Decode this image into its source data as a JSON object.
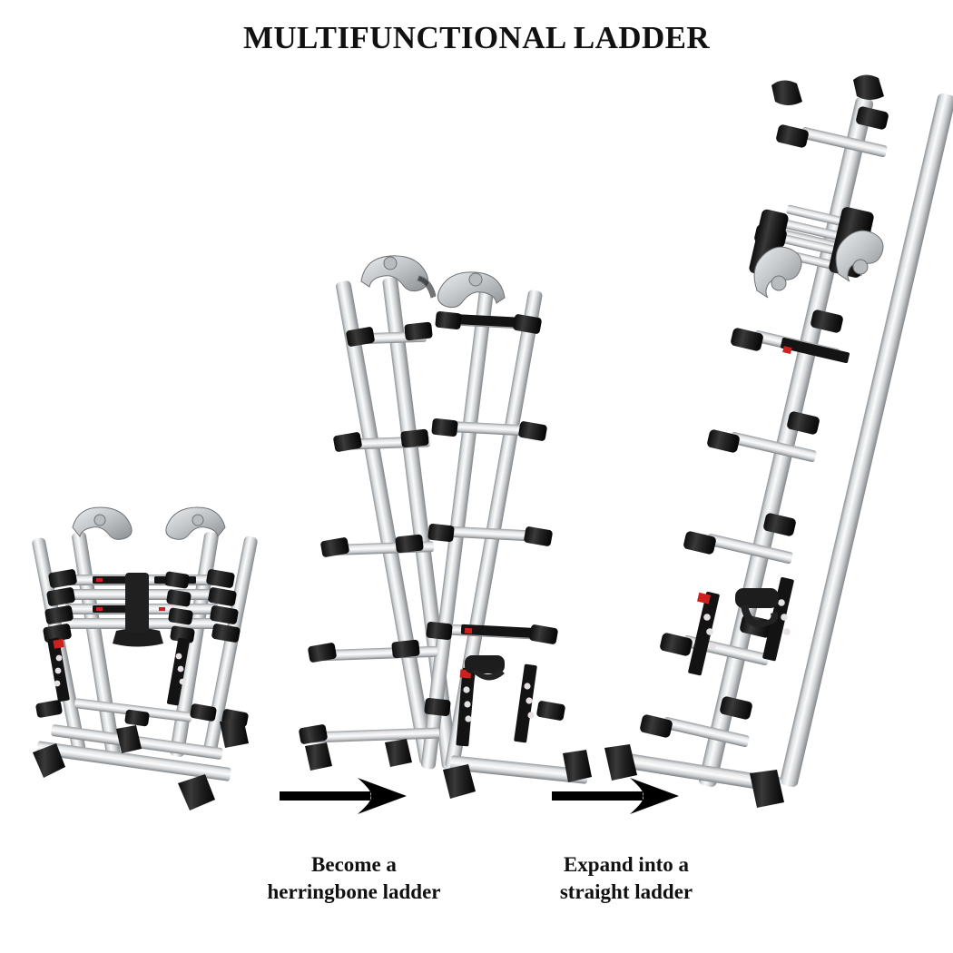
{
  "page": {
    "title": "MULTIFUNCTIONAL LADDER",
    "background": "#ffffff"
  },
  "colors": {
    "text": "#111111",
    "arrow": "#000000",
    "aluminium_light": "#f2f3f4",
    "aluminium_mid": "#c6c9cc",
    "aluminium_dark": "#8d9194",
    "aluminium_shadow": "#6d7174",
    "rubber_black": "#1a1a1a",
    "rubber_black_soft": "#2b2b2b",
    "label_black": "#141414",
    "label_red": "#d42222",
    "label_white": "#f0eef0",
    "label_pink": "#d9c2cf"
  },
  "steps": [
    {
      "id": "step-1",
      "name": "folded-ladder",
      "caption": "",
      "state": "Folded compact A-frame",
      "rungs": 2,
      "collapsed_rung_stack": 4
    },
    {
      "id": "step-2",
      "name": "herringbone-ladder",
      "caption": "Become a\nherringbone ladder",
      "caption_line1": "Become a",
      "caption_line2": "herringbone ladder",
      "state": "Extended A-frame / herringbone",
      "rungs": 4
    },
    {
      "id": "step-3",
      "name": "straight-ladder",
      "caption": "Expand into a\nstraight ladder",
      "caption_line1": "Expand into a",
      "caption_line2": "straight ladder",
      "state": "Extended straight ladder",
      "rungs": 6
    }
  ],
  "arrows": [
    {
      "id": "arrow-1",
      "name": "transform-arrow-fold-to-herringbone",
      "direction": "right"
    },
    {
      "id": "arrow-2",
      "name": "transform-arrow-herringbone-to-straight",
      "direction": "right"
    }
  ],
  "icons": {
    "arrow_right": "arrow-right-icon",
    "hinge": "hinge-icon",
    "foot": "rubber-foot-icon",
    "collar": "lock-collar-icon",
    "warning_label": "warning-label-icon",
    "strap": "carry-strap-icon"
  }
}
